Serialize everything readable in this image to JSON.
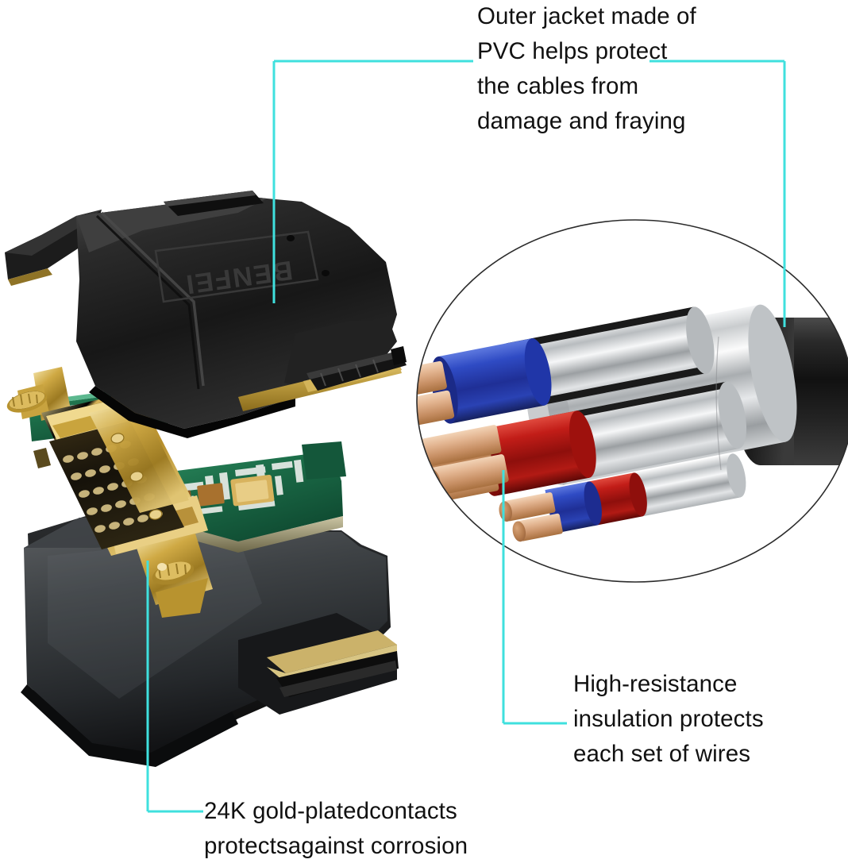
{
  "image": {
    "kind": "product-infographic",
    "subject": "DVI to HDMI adapter cable cutaway diagram",
    "brand_emboss": "BENFEI",
    "background_color": "#ffffff",
    "callout_color": "#3FE0DE",
    "text_color": "#111111"
  },
  "callouts": [
    {
      "id": "outer-jacket",
      "lines": [
        "Outer jacket made of",
        "PVC helps protect",
        "the cables from",
        "damage and fraying"
      ],
      "text": "Outer jacket made of\nPVC helps protect\nthe cables from\ndamage and fraying"
    },
    {
      "id": "gold-contacts",
      "lines": [
        "24K gold-platedcontacts",
        "protectsagainst corrosion"
      ],
      "text": "24K gold-platedcontacts\nprotectsagainst corrosion"
    },
    {
      "id": "insulation",
      "lines": [
        "High-resistance",
        "insulation protects",
        "each set of wires"
      ],
      "text": "High-resistance\ninsulation protects\neach set of wires"
    }
  ],
  "cable_cross_section": {
    "layers": [
      "copper conductors",
      "blue insulation",
      "red insulation",
      "silver foil shield",
      "black PVC outer jacket"
    ],
    "colors": {
      "copper": "#E2B28E",
      "copper_end": "#B5794E",
      "blue": "#2B46B8",
      "red": "#B81414",
      "shield": "#D9DBDC",
      "jacket": "#1C1C1C"
    }
  },
  "connector": {
    "type": "DVI-D male",
    "shell_color": "#1a1a1a",
    "contact_color": "#C8A53A",
    "pcb_color": "#1d6b4a"
  }
}
